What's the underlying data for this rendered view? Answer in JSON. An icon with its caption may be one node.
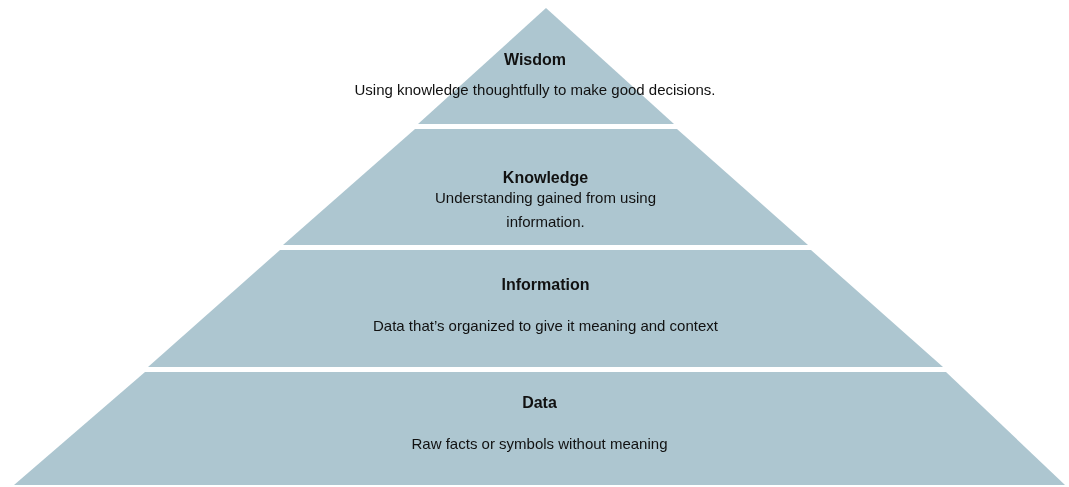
{
  "diagram": {
    "nodes": [
      {
        "text": [
          "Wisdom",
          "Using knowledge thoughtfully to make good decisions."
        ]
      },
      {
        "text": [
          "Knowledge",
          "Understanding gained from using information."
        ]
      },
      {
        "text": [
          "Information",
          "Data that’s organized to give it meaning and context"
        ]
      },
      {
        "text": [
          "Data",
          "Raw facts or symbols without meaning"
        ]
      }
    ]
  }
}
